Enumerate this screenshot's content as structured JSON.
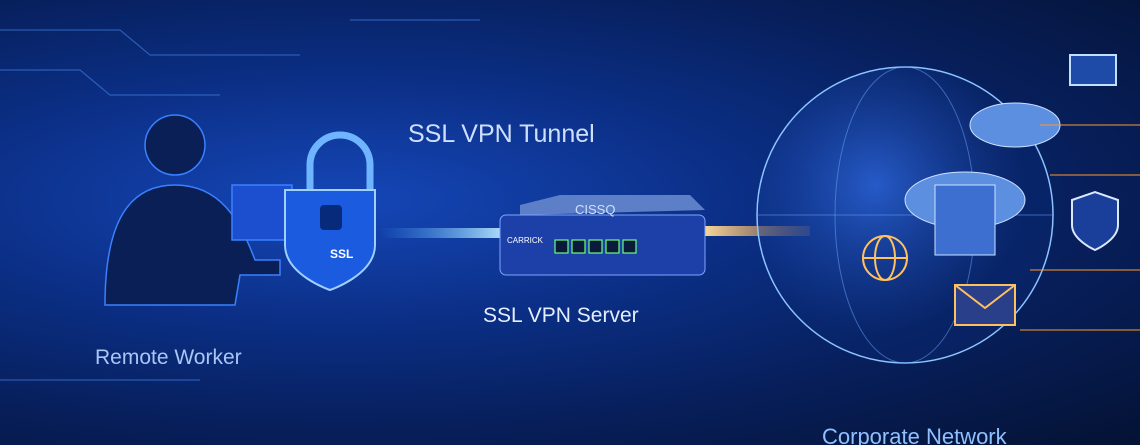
{
  "labels": {
    "tunnel": "SSL VPN Tunnel",
    "server": "SSL VPN Server",
    "worker": "Remote Worker",
    "network": "Corporate Network",
    "lock_badge": "SSL",
    "device_brand": "CISSQ",
    "device_panel": "CARRICK"
  },
  "colors": {
    "tunnel_blue": "#4fb8ff",
    "tunnel_orange": "#ff9a2e",
    "background": "#0b2f86"
  }
}
